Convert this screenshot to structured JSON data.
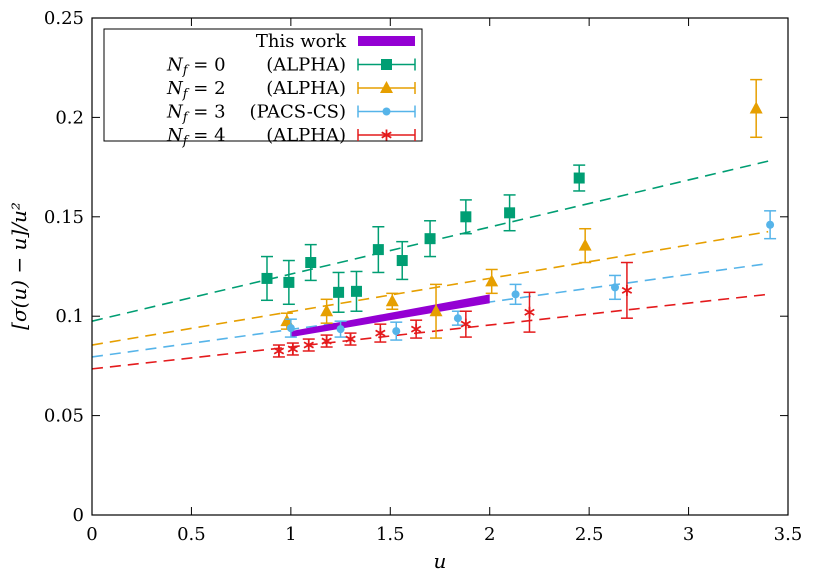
{
  "chart_data": {
    "type": "scatter",
    "xlabel": "u",
    "ylabel": "[σ(u) − u]/u²",
    "xlim": [
      0,
      3.5
    ],
    "ylim": [
      0,
      0.25
    ],
    "xticks": [
      "0",
      "0.5",
      "1",
      "1.5",
      "2",
      "2.5",
      "3",
      "3.5"
    ],
    "yticks": [
      "0",
      "0.05",
      "0.1",
      "0.15",
      "0.2",
      "0.25"
    ],
    "grid": false,
    "legend_position": "top-left",
    "band": {
      "name": "This work",
      "color": "#9400d3",
      "x": [
        1.0,
        2.0
      ],
      "lower": [
        0.0895,
        0.1065
      ],
      "upper": [
        0.0925,
        0.111
      ]
    },
    "series": [
      {
        "name": "N_f = 0",
        "legend_text": {
          "nf": "N",
          "sub": "f",
          "eq": " = 0",
          "ref": "(ALPHA)"
        },
        "color": "#009e73",
        "marker": "square",
        "points": [
          {
            "x": 0.88,
            "y": 0.119,
            "err": 0.011
          },
          {
            "x": 0.99,
            "y": 0.117,
            "err": 0.011
          },
          {
            "x": 1.1,
            "y": 0.127,
            "err": 0.009
          },
          {
            "x": 1.24,
            "y": 0.112,
            "err": 0.01
          },
          {
            "x": 1.33,
            "y": 0.1125,
            "err": 0.01
          },
          {
            "x": 1.44,
            "y": 0.1335,
            "err": 0.0115
          },
          {
            "x": 1.56,
            "y": 0.128,
            "err": 0.0095
          },
          {
            "x": 1.7,
            "y": 0.139,
            "err": 0.009
          },
          {
            "x": 1.88,
            "y": 0.15,
            "err": 0.0085
          },
          {
            "x": 2.1,
            "y": 0.152,
            "err": 0.009
          },
          {
            "x": 2.45,
            "y": 0.1695,
            "err": 0.0065
          }
        ],
        "fit_x": [
          0,
          3.4
        ],
        "fit_y": [
          0.0975,
          0.178
        ]
      },
      {
        "name": "N_f = 2",
        "legend_text": {
          "nf": "N",
          "sub": "f",
          "eq": " = 2",
          "ref": "(ALPHA)"
        },
        "color": "#e69f00",
        "marker": "triangle",
        "points": [
          {
            "x": 0.98,
            "y": 0.0975,
            "err": 0.004
          },
          {
            "x": 1.18,
            "y": 0.1025,
            "err": 0.006
          },
          {
            "x": 1.51,
            "y": 0.1075,
            "err": 0.004
          },
          {
            "x": 1.73,
            "y": 0.1025,
            "err": 0.0135
          },
          {
            "x": 2.01,
            "y": 0.1175,
            "err": 0.006
          },
          {
            "x": 2.48,
            "y": 0.1355,
            "err": 0.0085
          },
          {
            "x": 3.34,
            "y": 0.2045,
            "err": 0.0145
          }
        ],
        "fit_x": [
          0,
          3.4
        ],
        "fit_y": [
          0.0855,
          0.1425
        ]
      },
      {
        "name": "N_f = 3",
        "legend_text": {
          "nf": "N",
          "sub": "f",
          "eq": " = 3",
          "ref": "(PACS-CS)"
        },
        "color": "#56b4e9",
        "marker": "circle",
        "points": [
          {
            "x": 1.0,
            "y": 0.094,
            "err": 0.0045
          },
          {
            "x": 1.25,
            "y": 0.0935,
            "err": 0.004
          },
          {
            "x": 1.53,
            "y": 0.0925,
            "err": 0.0045
          },
          {
            "x": 1.84,
            "y": 0.099,
            "err": 0.0035
          },
          {
            "x": 2.13,
            "y": 0.111,
            "err": 0.005
          },
          {
            "x": 2.63,
            "y": 0.1145,
            "err": 0.006
          },
          {
            "x": 3.41,
            "y": 0.146,
            "err": 0.007
          }
        ],
        "fit_x": [
          0,
          3.4
        ],
        "fit_y": [
          0.0795,
          0.1265
        ]
      },
      {
        "name": "N_f = 4",
        "legend_text": {
          "nf": "N",
          "sub": "f",
          "eq": " = 4",
          "ref": "(ALPHA)"
        },
        "color": "#e41a1c",
        "marker": "star",
        "points": [
          {
            "x": 0.94,
            "y": 0.0825,
            "err": 0.003
          },
          {
            "x": 1.01,
            "y": 0.0835,
            "err": 0.003
          },
          {
            "x": 1.09,
            "y": 0.0855,
            "err": 0.003
          },
          {
            "x": 1.18,
            "y": 0.0875,
            "err": 0.003
          },
          {
            "x": 1.3,
            "y": 0.0885,
            "err": 0.003
          },
          {
            "x": 1.45,
            "y": 0.0915,
            "err": 0.0045
          },
          {
            "x": 1.63,
            "y": 0.0935,
            "err": 0.0045
          },
          {
            "x": 1.88,
            "y": 0.096,
            "err": 0.0065
          },
          {
            "x": 2.2,
            "y": 0.102,
            "err": 0.01
          },
          {
            "x": 2.69,
            "y": 0.113,
            "err": 0.014
          }
        ],
        "fit_x": [
          0,
          3.4
        ],
        "fit_y": [
          0.0735,
          0.111
        ]
      }
    ]
  }
}
